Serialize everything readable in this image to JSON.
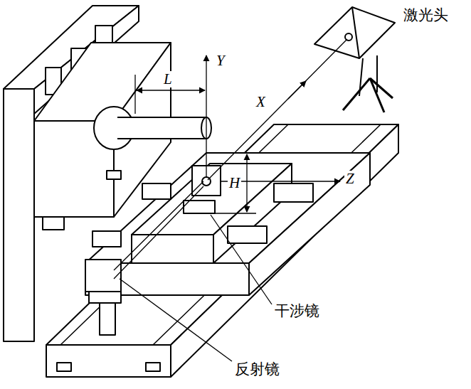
{
  "diagram": {
    "labels": [
      "激光头",
      "Y",
      "L",
      "X",
      "Z",
      "H",
      "干涉镜",
      "反射镜"
    ]
  }
}
